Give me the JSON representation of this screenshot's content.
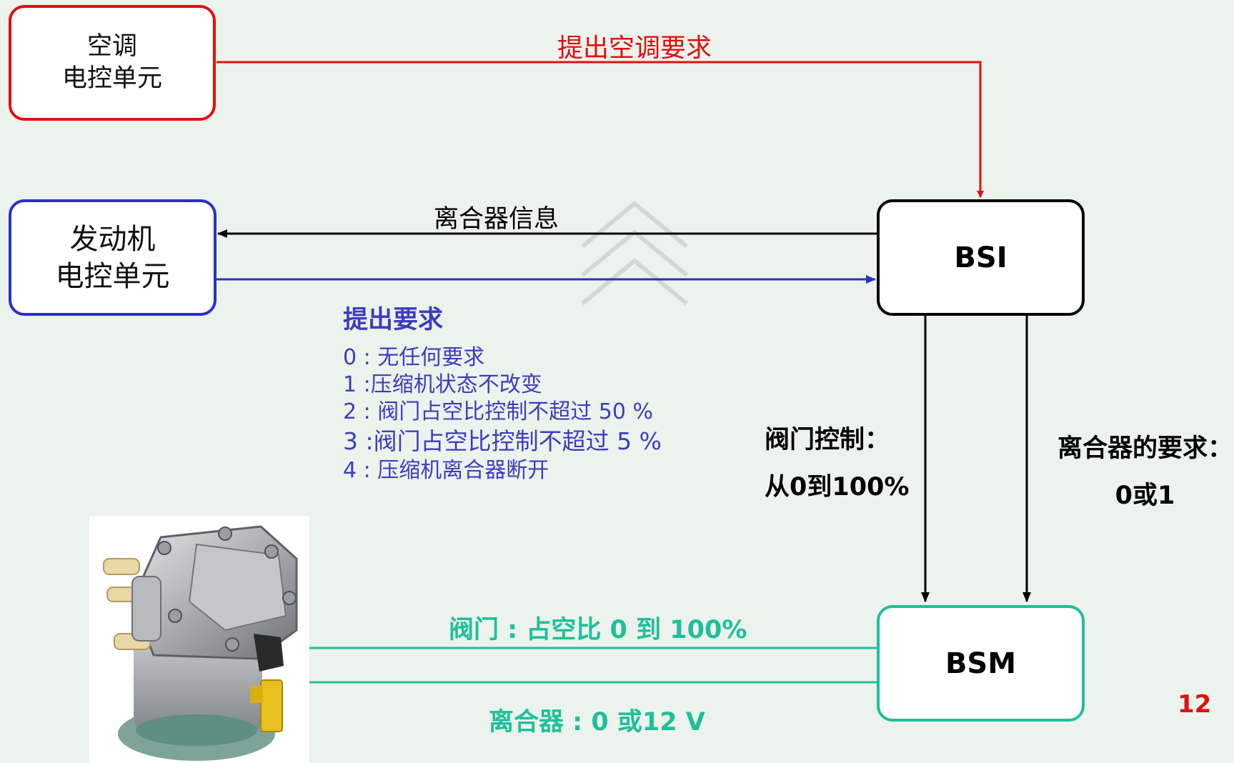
{
  "boxes": {
    "ac_ecu": {
      "line1": "空调",
      "line2": "电控单元"
    },
    "engine_ecu": {
      "line1": "发动机",
      "line2": "电控单元"
    },
    "bsi": "BSI",
    "bsm": "BSM"
  },
  "arrows": {
    "ac_request": "提出空调要求",
    "clutch_info": "离合器信息",
    "valve_control_line1": "阀门控制：",
    "valve_control_line2": "从0到100%",
    "clutch_request_line1": "离合器的要求：",
    "clutch_request_line2": "0或1",
    "valve_duty": "阀门 : 占空比 0 到 100%",
    "clutch_voltage": "离合器 : 0 或12 V"
  },
  "requests": {
    "title": "提出要求",
    "items": [
      "0 : 无任何要求",
      "1 :压缩机状态不改变",
      "2 : 阀门占空比控制不超过 50 %",
      "3 :阀门占空比控制不超过 5 %",
      "4 : 压缩机离合器断开"
    ]
  },
  "page_number": "12",
  "colors": {
    "red": "#e01010",
    "blue": "#2b2fc8",
    "teal": "#1fbf9b",
    "black": "#000000"
  },
  "icons": {
    "watermark": "chevron-logo-watermark",
    "photo": "ac-compressor-photo"
  }
}
